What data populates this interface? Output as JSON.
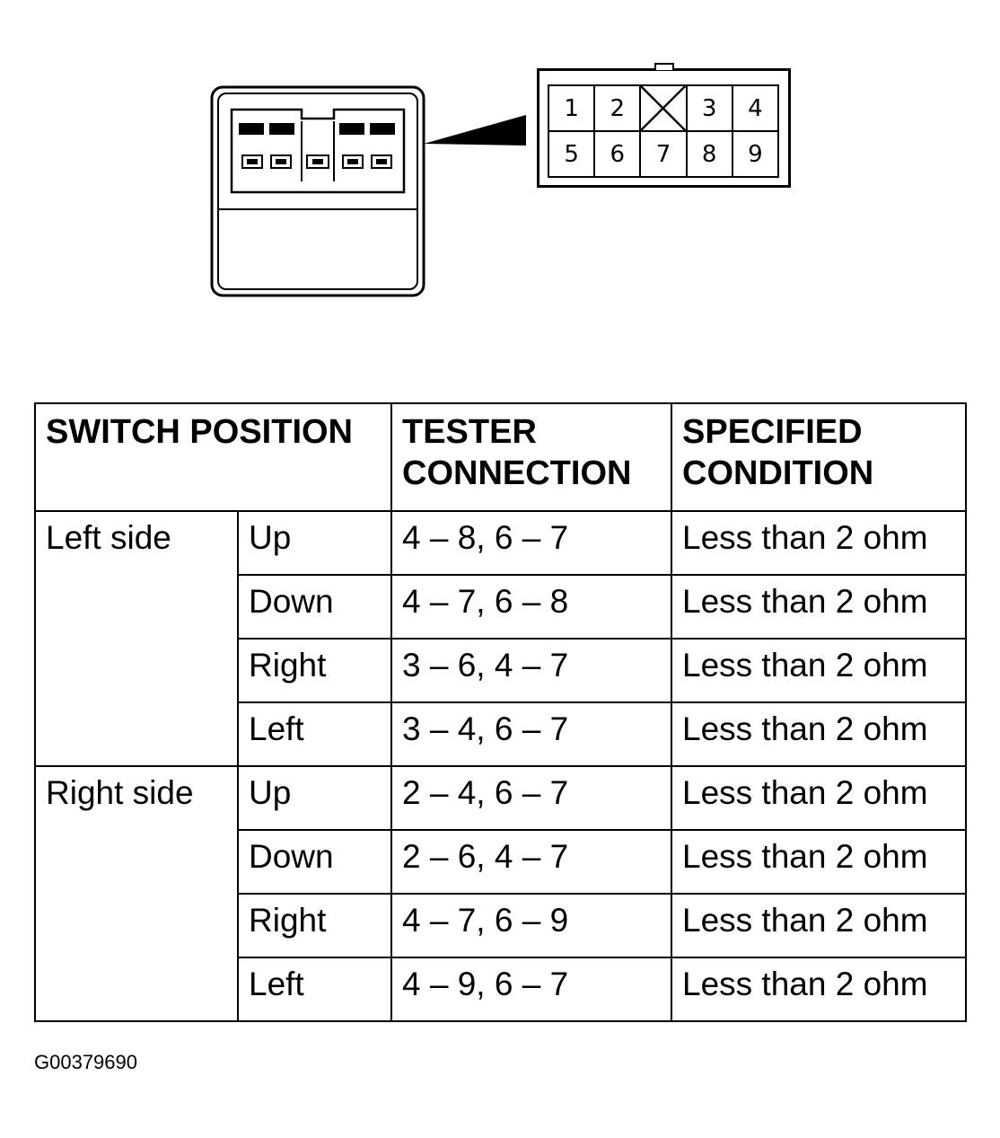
{
  "connector": {
    "pins_row1": [
      "1",
      "2",
      "",
      "3",
      "4"
    ],
    "pins_row2": [
      "5",
      "6",
      "7",
      "8",
      "9"
    ]
  },
  "table": {
    "headers": [
      "SWITCH POSITION",
      "TESTER CONNECTION",
      "SPECIFIED CONDITION"
    ],
    "groups": [
      {
        "side": "Left side",
        "rows": [
          {
            "position": "Up",
            "connection": "4 – 8, 6 – 7",
            "condition": "Less than 2 ohm"
          },
          {
            "position": "Down",
            "connection": "4 – 7, 6 – 8",
            "condition": "Less than 2 ohm"
          },
          {
            "position": "Right",
            "connection": "3 – 6, 4 – 7",
            "condition": "Less than 2 ohm"
          },
          {
            "position": "Left",
            "connection": "3 – 4, 6 – 7",
            "condition": "Less than 2 ohm"
          }
        ]
      },
      {
        "side": "Right side",
        "rows": [
          {
            "position": "Up",
            "connection": "2 – 4, 6 – 7",
            "condition": "Less than 2 ohm"
          },
          {
            "position": "Down",
            "connection": "2 – 6, 4 – 7",
            "condition": "Less than 2 ohm"
          },
          {
            "position": "Right",
            "connection": "4 – 7, 6 – 9",
            "condition": "Less than 2 ohm"
          },
          {
            "position": "Left",
            "connection": "4 – 9, 6 – 7",
            "condition": "Less than 2 ohm"
          }
        ]
      }
    ]
  },
  "figure_id": "G00379690"
}
